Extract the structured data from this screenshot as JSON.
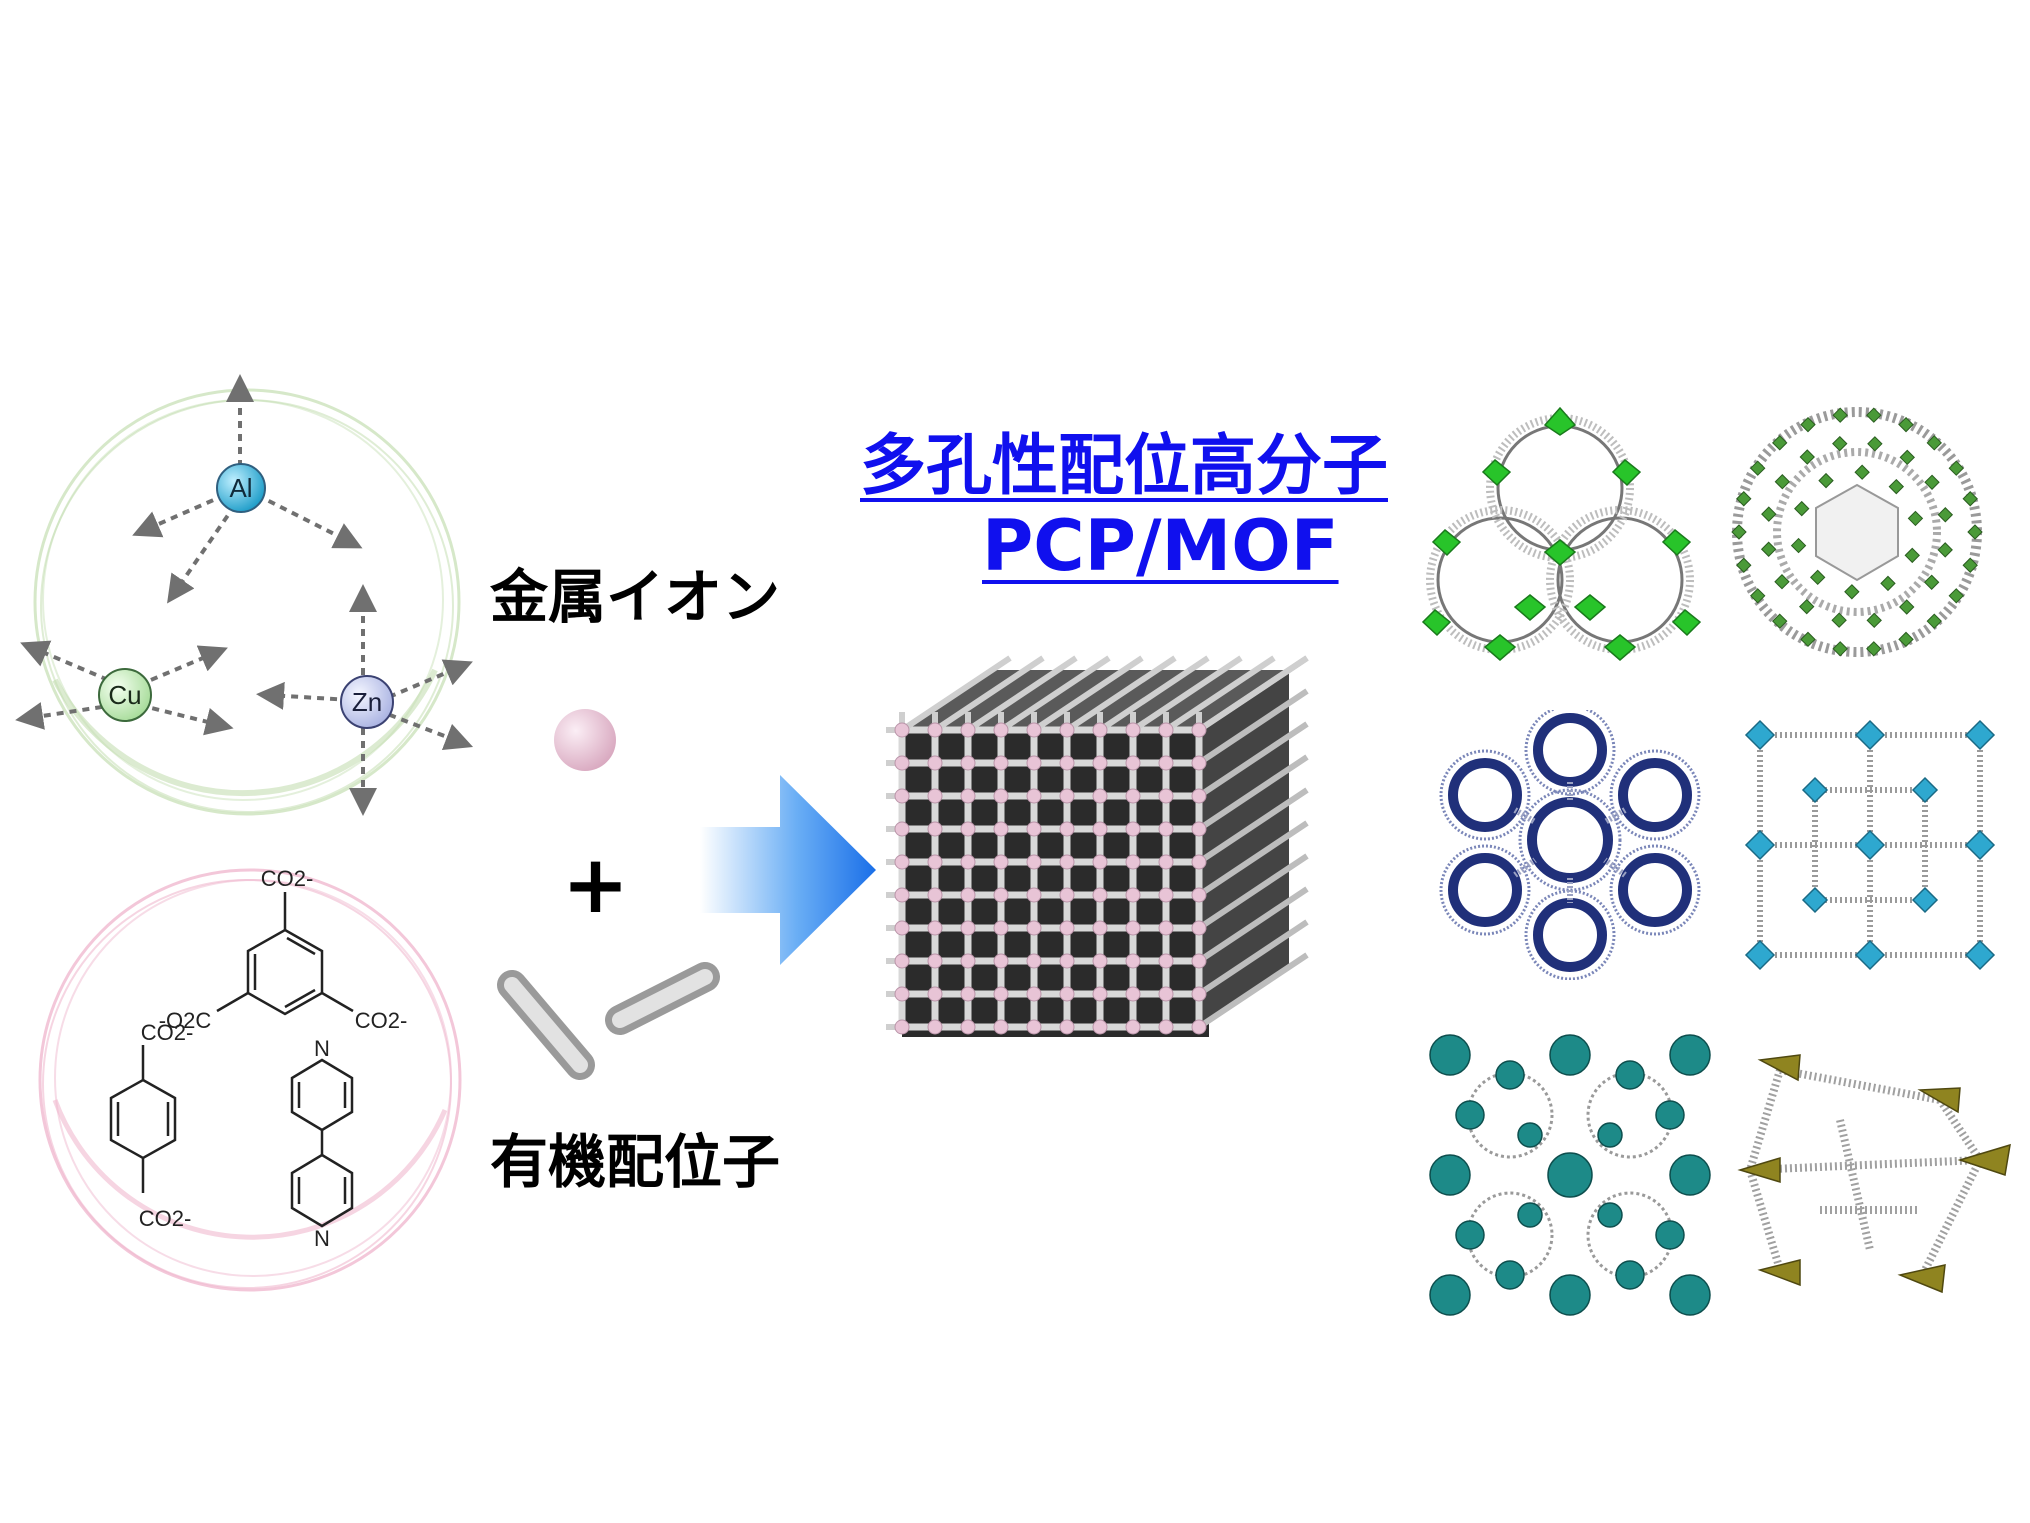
{
  "metal_ions": {
    "label": "金属イオン",
    "ions": [
      "Al",
      "Cu",
      "Zn"
    ]
  },
  "organic_ligands": {
    "label": "有機配位子",
    "formula_labels": [
      "CO2-",
      "-O2C",
      "CO2-",
      "CO2-",
      "CO2-",
      "N",
      "N"
    ]
  },
  "plus_sign": "+",
  "title": {
    "line1": "多孔性配位高分子",
    "line2": "PCP/MOF"
  },
  "colors": {
    "title_blue": "#1010ee",
    "metal_ring": "#c4deb2",
    "ligand_ring": "#f0b9cf",
    "node_pink": "#e8c4d6",
    "arrow_blue": "#1a6fe8"
  },
  "structures": [
    {
      "name": "green-honeycomb",
      "color": "#28c42a"
    },
    {
      "name": "green-sphere",
      "color": "#4a9a38"
    },
    {
      "name": "navy-hexagonal",
      "color": "#20307a"
    },
    {
      "name": "cyan-cubic",
      "color": "#2ea8cf"
    },
    {
      "name": "teal-clusters",
      "color": "#1d8a88"
    },
    {
      "name": "olive-pillared",
      "color": "#8f8420"
    }
  ]
}
